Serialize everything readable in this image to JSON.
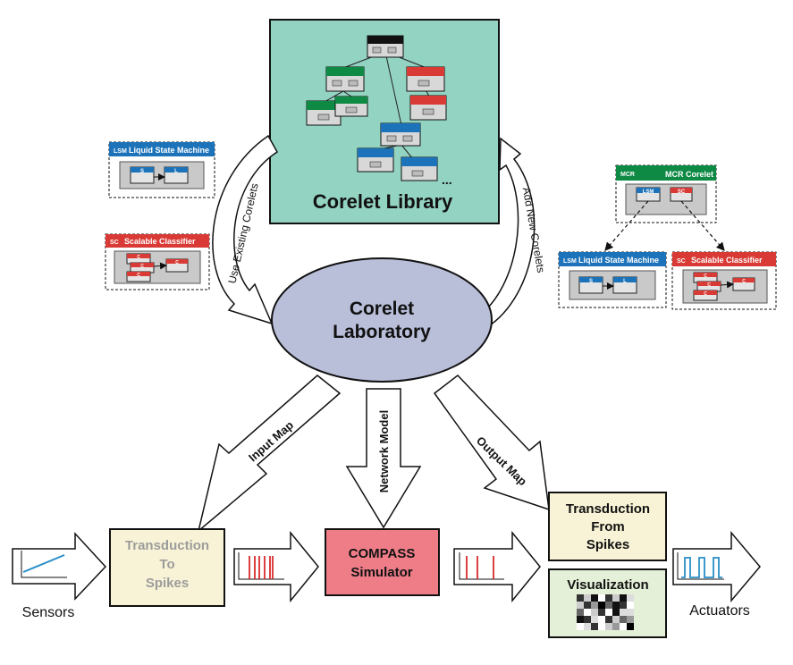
{
  "library": {
    "title": "Corelet Library",
    "background": "#93d3c1"
  },
  "laboratory": {
    "line1": "Corelet",
    "line2": "Laboratory",
    "fill": "#b9bfd9"
  },
  "arrows": {
    "use_existing": "Use Existing Corelets",
    "add_new": "Add New Corelets",
    "input_map": "Input Map",
    "network_model": "Network Model",
    "output_map": "Output Map"
  },
  "panels": {
    "lsm_left": {
      "tag": "LSM",
      "title": "Liquid State Machine",
      "color": "#1c73b9",
      "sub": [
        "S",
        "L"
      ]
    },
    "sc_left": {
      "tag": "SC",
      "title": "Scalable Classifier",
      "color": "#d93a35",
      "sub": [
        "C",
        "C",
        "C",
        "C"
      ]
    },
    "mcr": {
      "tag": "MCR",
      "title": "MCR Corelet",
      "color": "#0f8a45",
      "sub": [
        "LSM",
        "SC"
      ]
    },
    "lsm_right": {
      "tag": "LSM",
      "title": "Liquid State Machine",
      "color": "#1c73b9",
      "sub": [
        "S",
        "L"
      ]
    },
    "sc_right": {
      "tag": "SC",
      "title": "Scalable Classifier",
      "color": "#d93a35",
      "sub": [
        "C",
        "C",
        "C",
        "C"
      ]
    }
  },
  "flow": {
    "sensors": "Sensors",
    "to_spikes": [
      "Transduction",
      "To",
      "Spikes"
    ],
    "compass": [
      "COMPASS",
      "Simulator"
    ],
    "from_spikes": [
      "Transduction",
      "From",
      "Spikes"
    ],
    "visualization": "Visualization",
    "actuators": "Actuators"
  },
  "colors": {
    "cream": "#f8f3d6",
    "compass": "#ee7d88",
    "visual": "#e4f0d8",
    "spike_red": "#d82a2a",
    "signal_blue": "#2a8fc7"
  }
}
